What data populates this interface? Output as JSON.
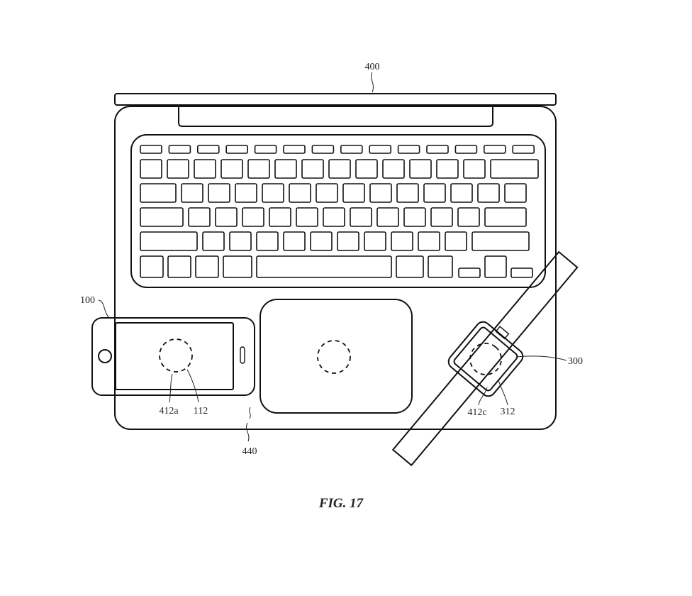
{
  "figure": {
    "caption": "FIG. 17",
    "labels": {
      "laptop": "400",
      "phone": "100",
      "watch": "300",
      "phone_region": "412a",
      "phone_coil": "112",
      "watch_region": "412c",
      "watch_coil": "312",
      "palm_rest": "440"
    }
  }
}
